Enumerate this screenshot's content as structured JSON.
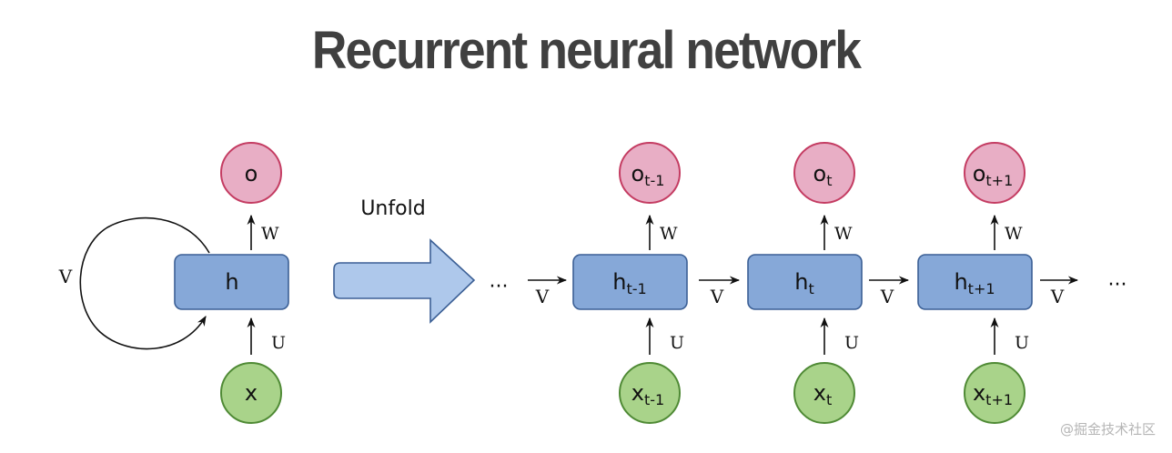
{
  "title": "Recurrent neural network",
  "folded": {
    "output": "o",
    "hidden": "h",
    "input": "x",
    "weights": {
      "recurrent": "V",
      "output": "W",
      "input": "U"
    }
  },
  "unfold_label": "Unfold",
  "ellipsis": "···",
  "unfolded": {
    "steps": [
      {
        "output": "o",
        "output_sub": "t-1",
        "hidden": "h",
        "hidden_sub": "t-1",
        "input": "x",
        "input_sub": "t-1"
      },
      {
        "output": "o",
        "output_sub": "t",
        "hidden": "h",
        "hidden_sub": "t",
        "input": "x",
        "input_sub": "t"
      },
      {
        "output": "o",
        "output_sub": "t+1",
        "hidden": "h",
        "hidden_sub": "t+1",
        "input": "x",
        "input_sub": "t+1"
      }
    ],
    "weights": {
      "recurrent": "V",
      "output": "W",
      "input": "U"
    }
  },
  "colors": {
    "output_fill": "#e8aec5",
    "output_stroke": "#c43c62",
    "hidden_fill": "#86a8d8",
    "hidden_stroke": "#3b5f95",
    "input_fill": "#a9d38a",
    "input_stroke": "#4f8a35",
    "unfold_arrow_fill": "#aec8eb",
    "unfold_arrow_stroke": "#3b5f95",
    "title": "#404040"
  },
  "watermark": "@掘金技术社区"
}
